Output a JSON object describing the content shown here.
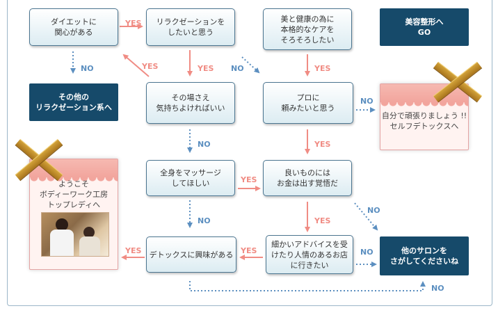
{
  "nodes": {
    "diet": "ダイエットに\n関心がある",
    "relax": "リラクゼーションを\nしたいと思う",
    "beauty": "美と健康の為に\n本格的なケアを\nそろそろしたい",
    "surgery": "美容整形へ\nGO",
    "other_relax": "その他の\nリラクゼーション系へ",
    "feel_good": "その場さえ\n気持ちよければいい",
    "pro": "プロに\n頼みたいと思う",
    "self_detox": "自分で頑張りましょう !!\nセルフデトックスへ",
    "welcome": "ようこそ\nボディーワーク工房\nトップレディへ",
    "massage": "全身をマッサージ\nしてほしい",
    "good_things": "良いものには\nお金は出す覚悟だ",
    "detox_interest": "デトックスに興味がある",
    "advice": "細かいアドバイスを受\nけたり人情のあるお店\nに行きたい",
    "other_salon": "他のサロンを\nさがしてくださいね"
  },
  "labels": {
    "yes": "YES",
    "no": "NO"
  },
  "colors": {
    "yes": "#f08c84",
    "no": "#5c8fc0",
    "dark_box": "#164a6a",
    "box_border": "#4b7590",
    "ribbon": "#c8952f"
  },
  "icons": [
    "ribbon-icon",
    "photo-icon",
    "arrow-icon"
  ]
}
